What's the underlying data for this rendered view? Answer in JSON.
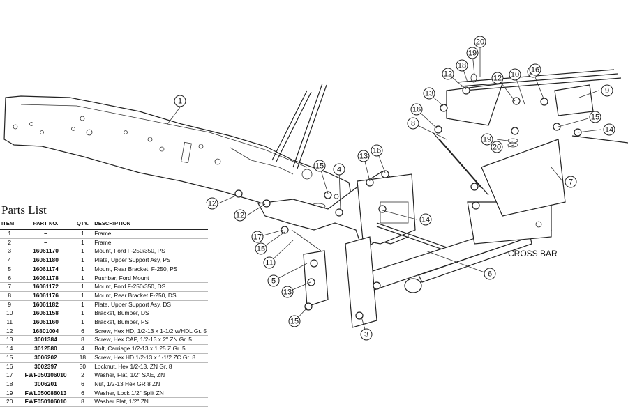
{
  "parts_list": {
    "title": "Parts List",
    "headers": [
      "ITEM",
      "PART NO.",
      "QTY.",
      "DESCRIPTION"
    ],
    "rows": [
      [
        "1",
        "–",
        "1",
        "Frame"
      ],
      [
        "2",
        "–",
        "1",
        "Frame"
      ],
      [
        "3",
        "16061170",
        "1",
        "Mount, Ford F-250/350, PS"
      ],
      [
        "4",
        "16061180",
        "1",
        "Plate, Upper Support Asy, PS"
      ],
      [
        "5",
        "16061174",
        "1",
        "Mount, Rear Bracket, F-250, PS"
      ],
      [
        "6",
        "16061178",
        "1",
        "Pushbar, Ford Mount"
      ],
      [
        "7",
        "16061172",
        "1",
        "Mount, Ford F-250/350, DS"
      ],
      [
        "8",
        "16061176",
        "1",
        "Mount, Rear Bracket F-250, DS"
      ],
      [
        "9",
        "16061182",
        "1",
        "Plate, Upper Support Asy, DS"
      ],
      [
        "10",
        "16061158",
        "1",
        "Bracket, Bumper, DS"
      ],
      [
        "11",
        "16061160",
        "1",
        "Bracket, Bumper, PS"
      ],
      [
        "12",
        "16801004",
        "6",
        "Screw, Hex HD, 1/2-13 x 1-1/2 w/HDL Gr. 5"
      ],
      [
        "13",
        "3001384",
        "8",
        "Screw, Hex CAP, 1/2-13 x 2\" ZN Gr. 5"
      ],
      [
        "14",
        "3012580",
        "4",
        "Bolt, Carriage 1/2-13 x 1.25 Z Gr. 5"
      ],
      [
        "15",
        "3006202",
        "18",
        "Screw, Hex HD 1/2-13 x 1-1/2 ZC Gr. 8"
      ],
      [
        "16",
        "3002397",
        "30",
        "Locknut, Hex 1/2-13, ZN Gr. 8"
      ],
      [
        "17",
        "FWF050106010",
        "2",
        "Washer, Flat, 1/2\" SAE, ZN"
      ],
      [
        "18",
        "3006201",
        "6",
        "Nut, 1/2-13 Hex GR 8 ZN"
      ],
      [
        "19",
        "FWL050088013",
        "6",
        "Washer, Lock 1/2\" Split ZN"
      ],
      [
        "20",
        "FWF050106010",
        "8",
        "Washer Flat, 1/2\" ZN"
      ]
    ]
  },
  "diagram": {
    "crossbar_label": "CROSS BAR",
    "callouts": [
      "1",
      "12",
      "12",
      "15",
      "4",
      "16",
      "13",
      "17",
      "15",
      "11",
      "5",
      "13",
      "15",
      "3",
      "14",
      "6",
      "20",
      "19",
      "18",
      "12",
      "12",
      "10",
      "15",
      "9",
      "13",
      "16",
      "8",
      "15",
      "14",
      "7",
      "19",
      "20",
      "16"
    ]
  }
}
